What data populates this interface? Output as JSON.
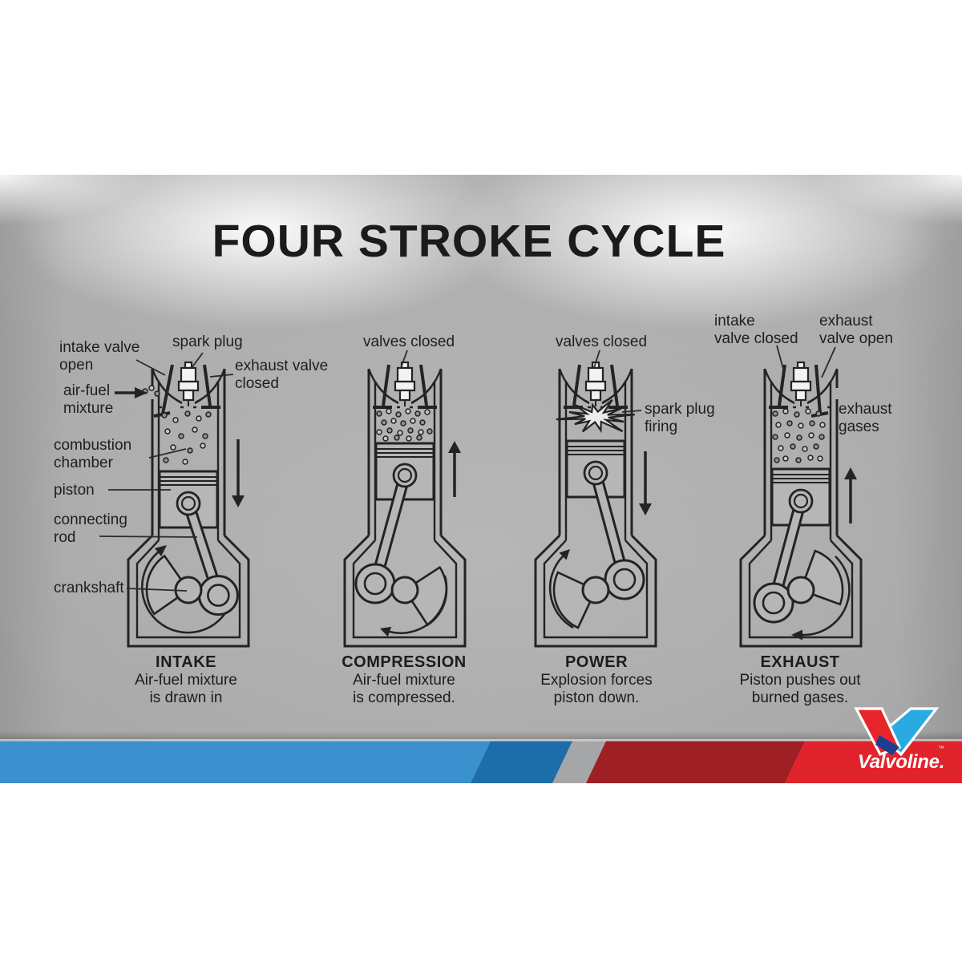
{
  "title": "FOUR STROKE CYCLE",
  "engines": [
    {
      "stroke": "INTAKE",
      "desc": [
        "Air-fuel mixture",
        "is drawn in"
      ],
      "intake_valve": "open",
      "exhaust_valve": "closed",
      "motion": "down",
      "spark": false,
      "mixture": "intake"
    },
    {
      "stroke": "COMPRESSION",
      "desc": [
        "Air-fuel mixture",
        "is compressed."
      ],
      "intake_valve": "closed",
      "exhaust_valve": "closed",
      "motion": "up",
      "spark": false,
      "mixture": "compressed"
    },
    {
      "stroke": "POWER",
      "desc": [
        "Explosion forces",
        "piston down."
      ],
      "intake_valve": "closed",
      "exhaust_valve": "closed",
      "motion": "down",
      "spark": true,
      "mixture": "explosion"
    },
    {
      "stroke": "EXHAUST",
      "desc": [
        "Piston pushes out",
        "burned gases."
      ],
      "intake_valve": "closed",
      "exhaust_valve": "open",
      "motion": "up",
      "spark": false,
      "mixture": "exhaust"
    }
  ],
  "labels": {
    "intake_valve": [
      "intake valve",
      "open"
    ],
    "spark_plug": [
      "spark plug"
    ],
    "exhaust_valve": [
      "exhaust valve",
      "closed"
    ],
    "air_fuel": [
      "air-fuel",
      "mixture"
    ],
    "combustion": [
      "combustion",
      "chamber"
    ],
    "piston": [
      "piston"
    ],
    "connecting_rod": [
      "connecting",
      "rod"
    ],
    "crankshaft": [
      "crankshaft"
    ],
    "valves_closed_2": [
      "valves closed"
    ],
    "valves_closed_3": [
      "valves closed"
    ],
    "spark_plug_firing": [
      "spark plug",
      "firing"
    ],
    "intake_valve_closed": [
      "intake",
      "valve closed"
    ],
    "exhaust_valve_open": [
      "exhaust",
      "valve open"
    ],
    "exhaust_gases": [
      "exhaust",
      "gases"
    ]
  },
  "brand": {
    "wordmark": "Valvoline.",
    "tm": "™"
  },
  "colors": {
    "stripe_light_blue": "#3b91ce",
    "stripe_dark_blue": "#1e6dab",
    "stripe_gray": "#a5a6a8",
    "stripe_dark_red": "#9e1f24",
    "brand_red": "#e1232b",
    "v_red": "#e8252a",
    "v_light_blue": "#29abe2",
    "v_navy": "#1b3f8f"
  }
}
